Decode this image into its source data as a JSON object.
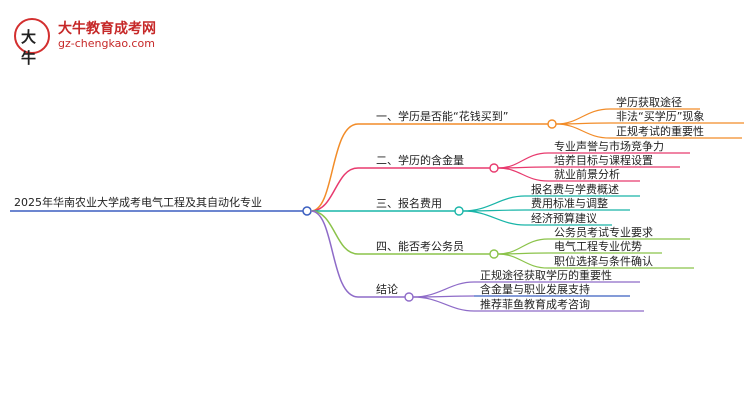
{
  "logo": {
    "name": "大牛教育成考网",
    "url": "gz-chengkao.com",
    "glyph": "大牛"
  },
  "mindmap": {
    "root": "2025年华南农业大学成考电气工程及其自动化专业",
    "branches": [
      {
        "label": "一、学历是否能“花钱买到”",
        "color": "#f28c28",
        "children": [
          "学历获取途径",
          "非法“买学历”现象",
          "正规考试的重要性"
        ]
      },
      {
        "label": "二、学历的含金量",
        "color": "#e83a6e",
        "children": [
          "专业声誉与市场竞争力",
          "培养目标与课程设置",
          "就业前景分析"
        ]
      },
      {
        "label": "三、报名费用",
        "color": "#19b5a8",
        "children": [
          "报名费与学费概述",
          "费用标准与调整",
          "经济预算建议"
        ]
      },
      {
        "label": "四、能否考公务员",
        "color": "#8bc34a",
        "children": [
          "公务员考试专业要求",
          "电气工程专业优势",
          "职位选择与条件确认"
        ]
      },
      {
        "label": "结论",
        "color": "#8e6bc8",
        "children": [
          "正规途径获取学历的重要性",
          "含金量与职业发展支持",
          "推荐菲鱼教育成考咨询"
        ]
      }
    ],
    "colors": {
      "root_line": "#3b5fc0",
      "b1": "#f28c28",
      "b2": "#e83a6e",
      "b3": "#19b5a8",
      "b4": "#8bc34a",
      "b5": "#8e6bc8"
    }
  }
}
